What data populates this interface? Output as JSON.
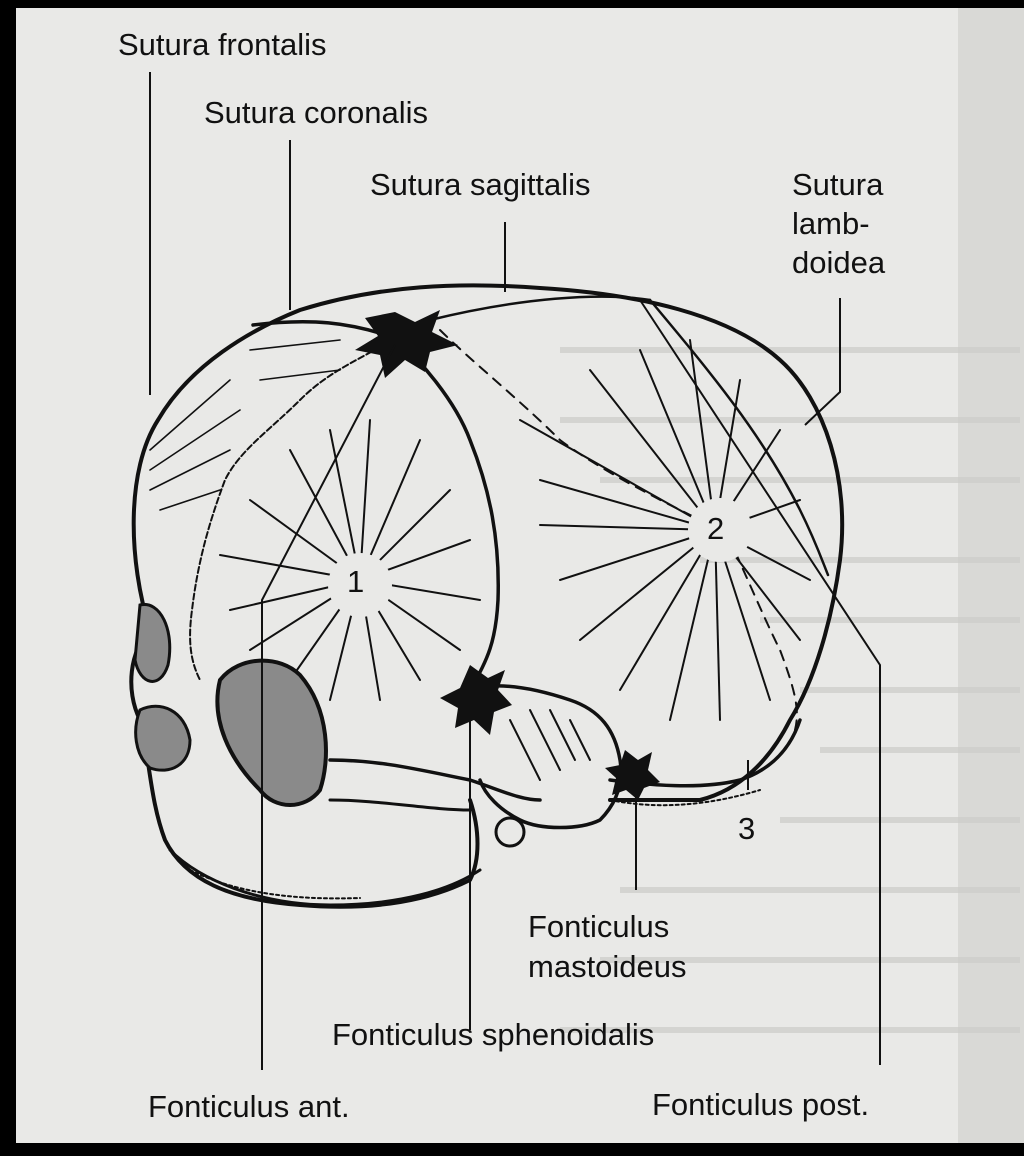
{
  "labels": {
    "sutura_frontalis": "Sutura frontalis",
    "sutura_coronalis": "Sutura coronalis",
    "sutura_sagittalis": "Sutura sagittalis",
    "sutura_lambdoidea_1": "Sutura",
    "sutura_lambdoidea_2": "lamb-",
    "sutura_lambdoidea_3": "doidea",
    "bone_1": "1",
    "bone_2": "2",
    "bone_3": "3",
    "fonticulus_mastoideus_1": "Fonticulus",
    "fonticulus_mastoideus_2": "mastoideus",
    "fonticulus_sphenoidalis": "Fonticulus sphenoidalis",
    "fonticulus_ant": "Fonticulus ant.",
    "fonticulus_post": "Fonticulus post."
  },
  "colors": {
    "frame": "#000000",
    "paper": "#e9e9e7",
    "ink": "#111111",
    "shade": "#8a8a8a"
  }
}
